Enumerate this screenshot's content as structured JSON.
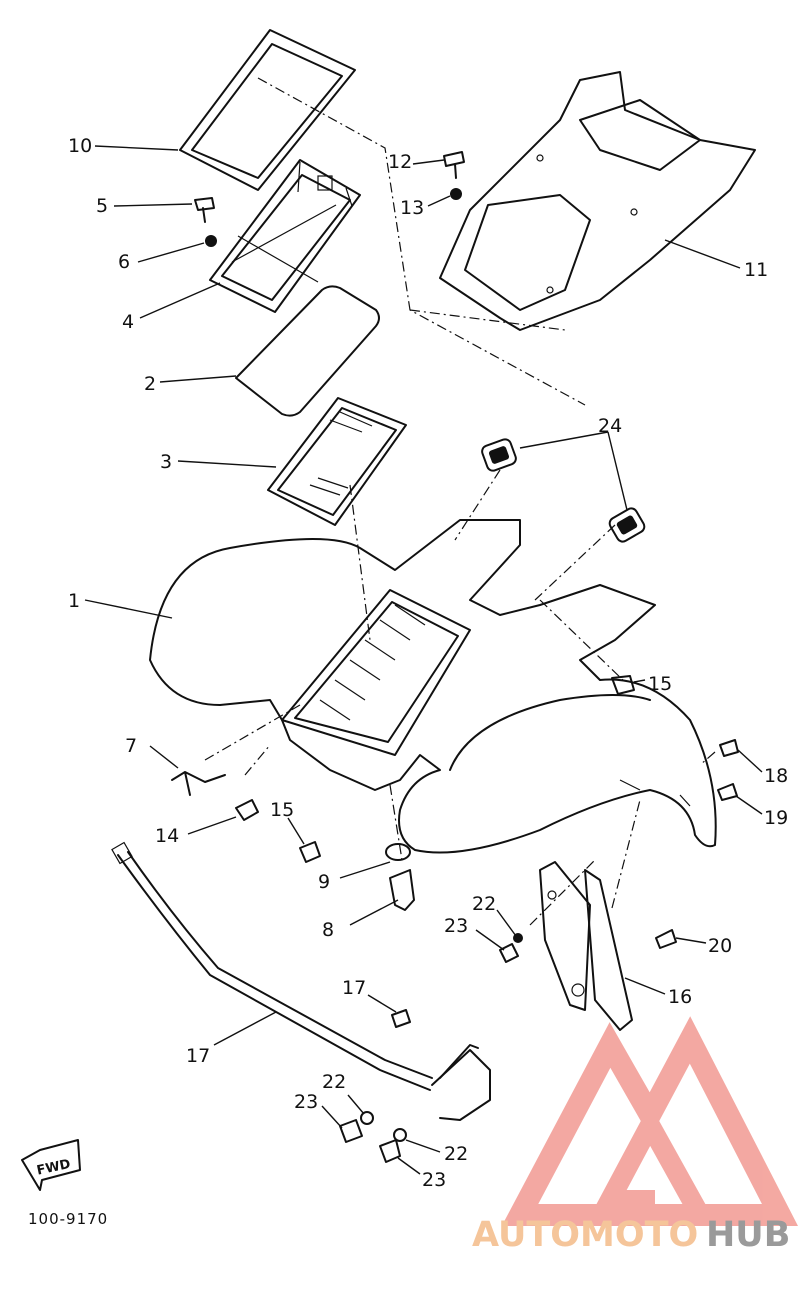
{
  "diagram": {
    "drawing_code": "100-9170",
    "fwd_label": "FWD",
    "callouts": [
      {
        "id": "c1",
        "label": "1"
      },
      {
        "id": "c2",
        "label": "2"
      },
      {
        "id": "c3",
        "label": "3"
      },
      {
        "id": "c4",
        "label": "4"
      },
      {
        "id": "c5",
        "label": "5"
      },
      {
        "id": "c6",
        "label": "6"
      },
      {
        "id": "c7",
        "label": "7"
      },
      {
        "id": "c8",
        "label": "8"
      },
      {
        "id": "c9",
        "label": "9"
      },
      {
        "id": "c10",
        "label": "10"
      },
      {
        "id": "c11",
        "label": "11"
      },
      {
        "id": "c12",
        "label": "12"
      },
      {
        "id": "c13",
        "label": "13"
      },
      {
        "id": "c14",
        "label": "14"
      },
      {
        "id": "c15a",
        "label": "15"
      },
      {
        "id": "c15b",
        "label": "15"
      },
      {
        "id": "c16",
        "label": "16"
      },
      {
        "id": "c17",
        "label": "17"
      },
      {
        "id": "c18",
        "label": "18"
      },
      {
        "id": "c19",
        "label": "19"
      },
      {
        "id": "c20",
        "label": "20"
      },
      {
        "id": "c21",
        "label": "21"
      },
      {
        "id": "c22a",
        "label": "22"
      },
      {
        "id": "c22b",
        "label": "22"
      },
      {
        "id": "c22c",
        "label": "22"
      },
      {
        "id": "c23a",
        "label": "23"
      },
      {
        "id": "c23b",
        "label": "23"
      },
      {
        "id": "c23c",
        "label": "23"
      },
      {
        "id": "c24",
        "label": "24"
      }
    ]
  },
  "watermark": {
    "text_part1": "AUTOMOTO",
    "text_part2": "HUB",
    "color_logo": "#f29a92",
    "color_auto": "#f5c59a",
    "color_hub": "#9a9a9a"
  }
}
